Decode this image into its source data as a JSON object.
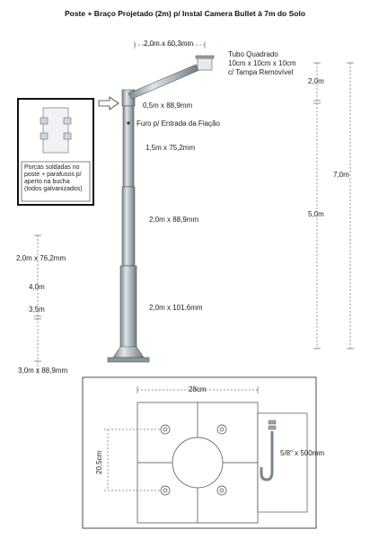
{
  "title": "Poste + Braço Projetado (2m) p/ Instal Camera Bullet à 7m do Solo",
  "labels": {
    "arm_dim": "2,0m x 60,3mm",
    "tube_title": "Tubo Quadrado",
    "tube_dim": "10cm x 10cm x 10cm",
    "tube_cap": "c/ Tampa Removível",
    "arm_height": "2,0m",
    "total_height": "7,0m",
    "upper_height": "5,0m",
    "seg_top": "0,5m x 88,9mm",
    "hole": "Furo p/ Entrada da Fiação",
    "seg2": "1,5m x 75,2mm",
    "seg3": "2,0m x 88,9mm",
    "seg4": "2,0m x 101,6mm",
    "left_upper": "2,0m x 76,2mm",
    "left_4m": "4,0m",
    "left_35m": "3,5m",
    "left_lower": "3,0m x 88,9mm",
    "base_width": "28cm",
    "base_height": "20,5cm",
    "bolt_dim": "5/8\" x 500mm"
  },
  "note_box": {
    "lines": [
      "Porcas soldadas no",
      "poste + parafusos p/",
      "aperto na bucha",
      "(todos galvanizados)"
    ]
  }
}
